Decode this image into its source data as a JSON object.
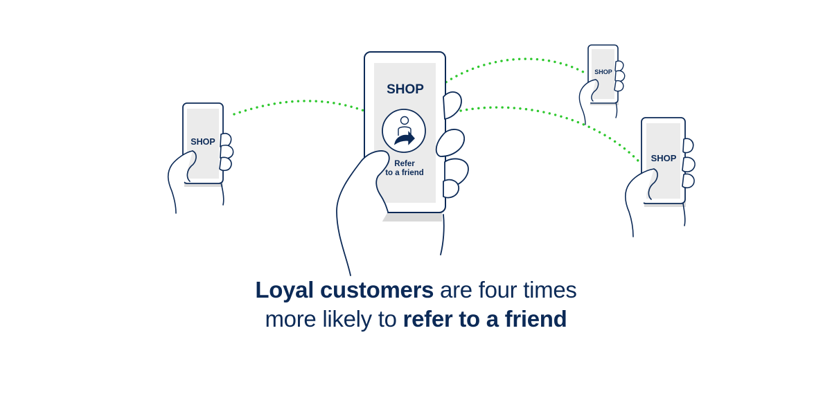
{
  "colors": {
    "ink": "#0c2a57",
    "dots": "#2ec82e",
    "screen": "#ebebeb",
    "shadow": "#d9d9d9"
  },
  "phones": {
    "left": {
      "label": "SHOP"
    },
    "center": {
      "label": "SHOP",
      "refer_line1": "Refer",
      "refer_line2": "to a friend"
    },
    "top_right": {
      "label": "SHOP"
    },
    "right": {
      "label": "SHOP"
    }
  },
  "icons": {
    "share": "person-share-icon"
  },
  "caption": {
    "line1_bold": "Loyal customers",
    "line1_rest": " are four times",
    "line2_start": "more likely to ",
    "line2_bold": "refer to a friend"
  }
}
